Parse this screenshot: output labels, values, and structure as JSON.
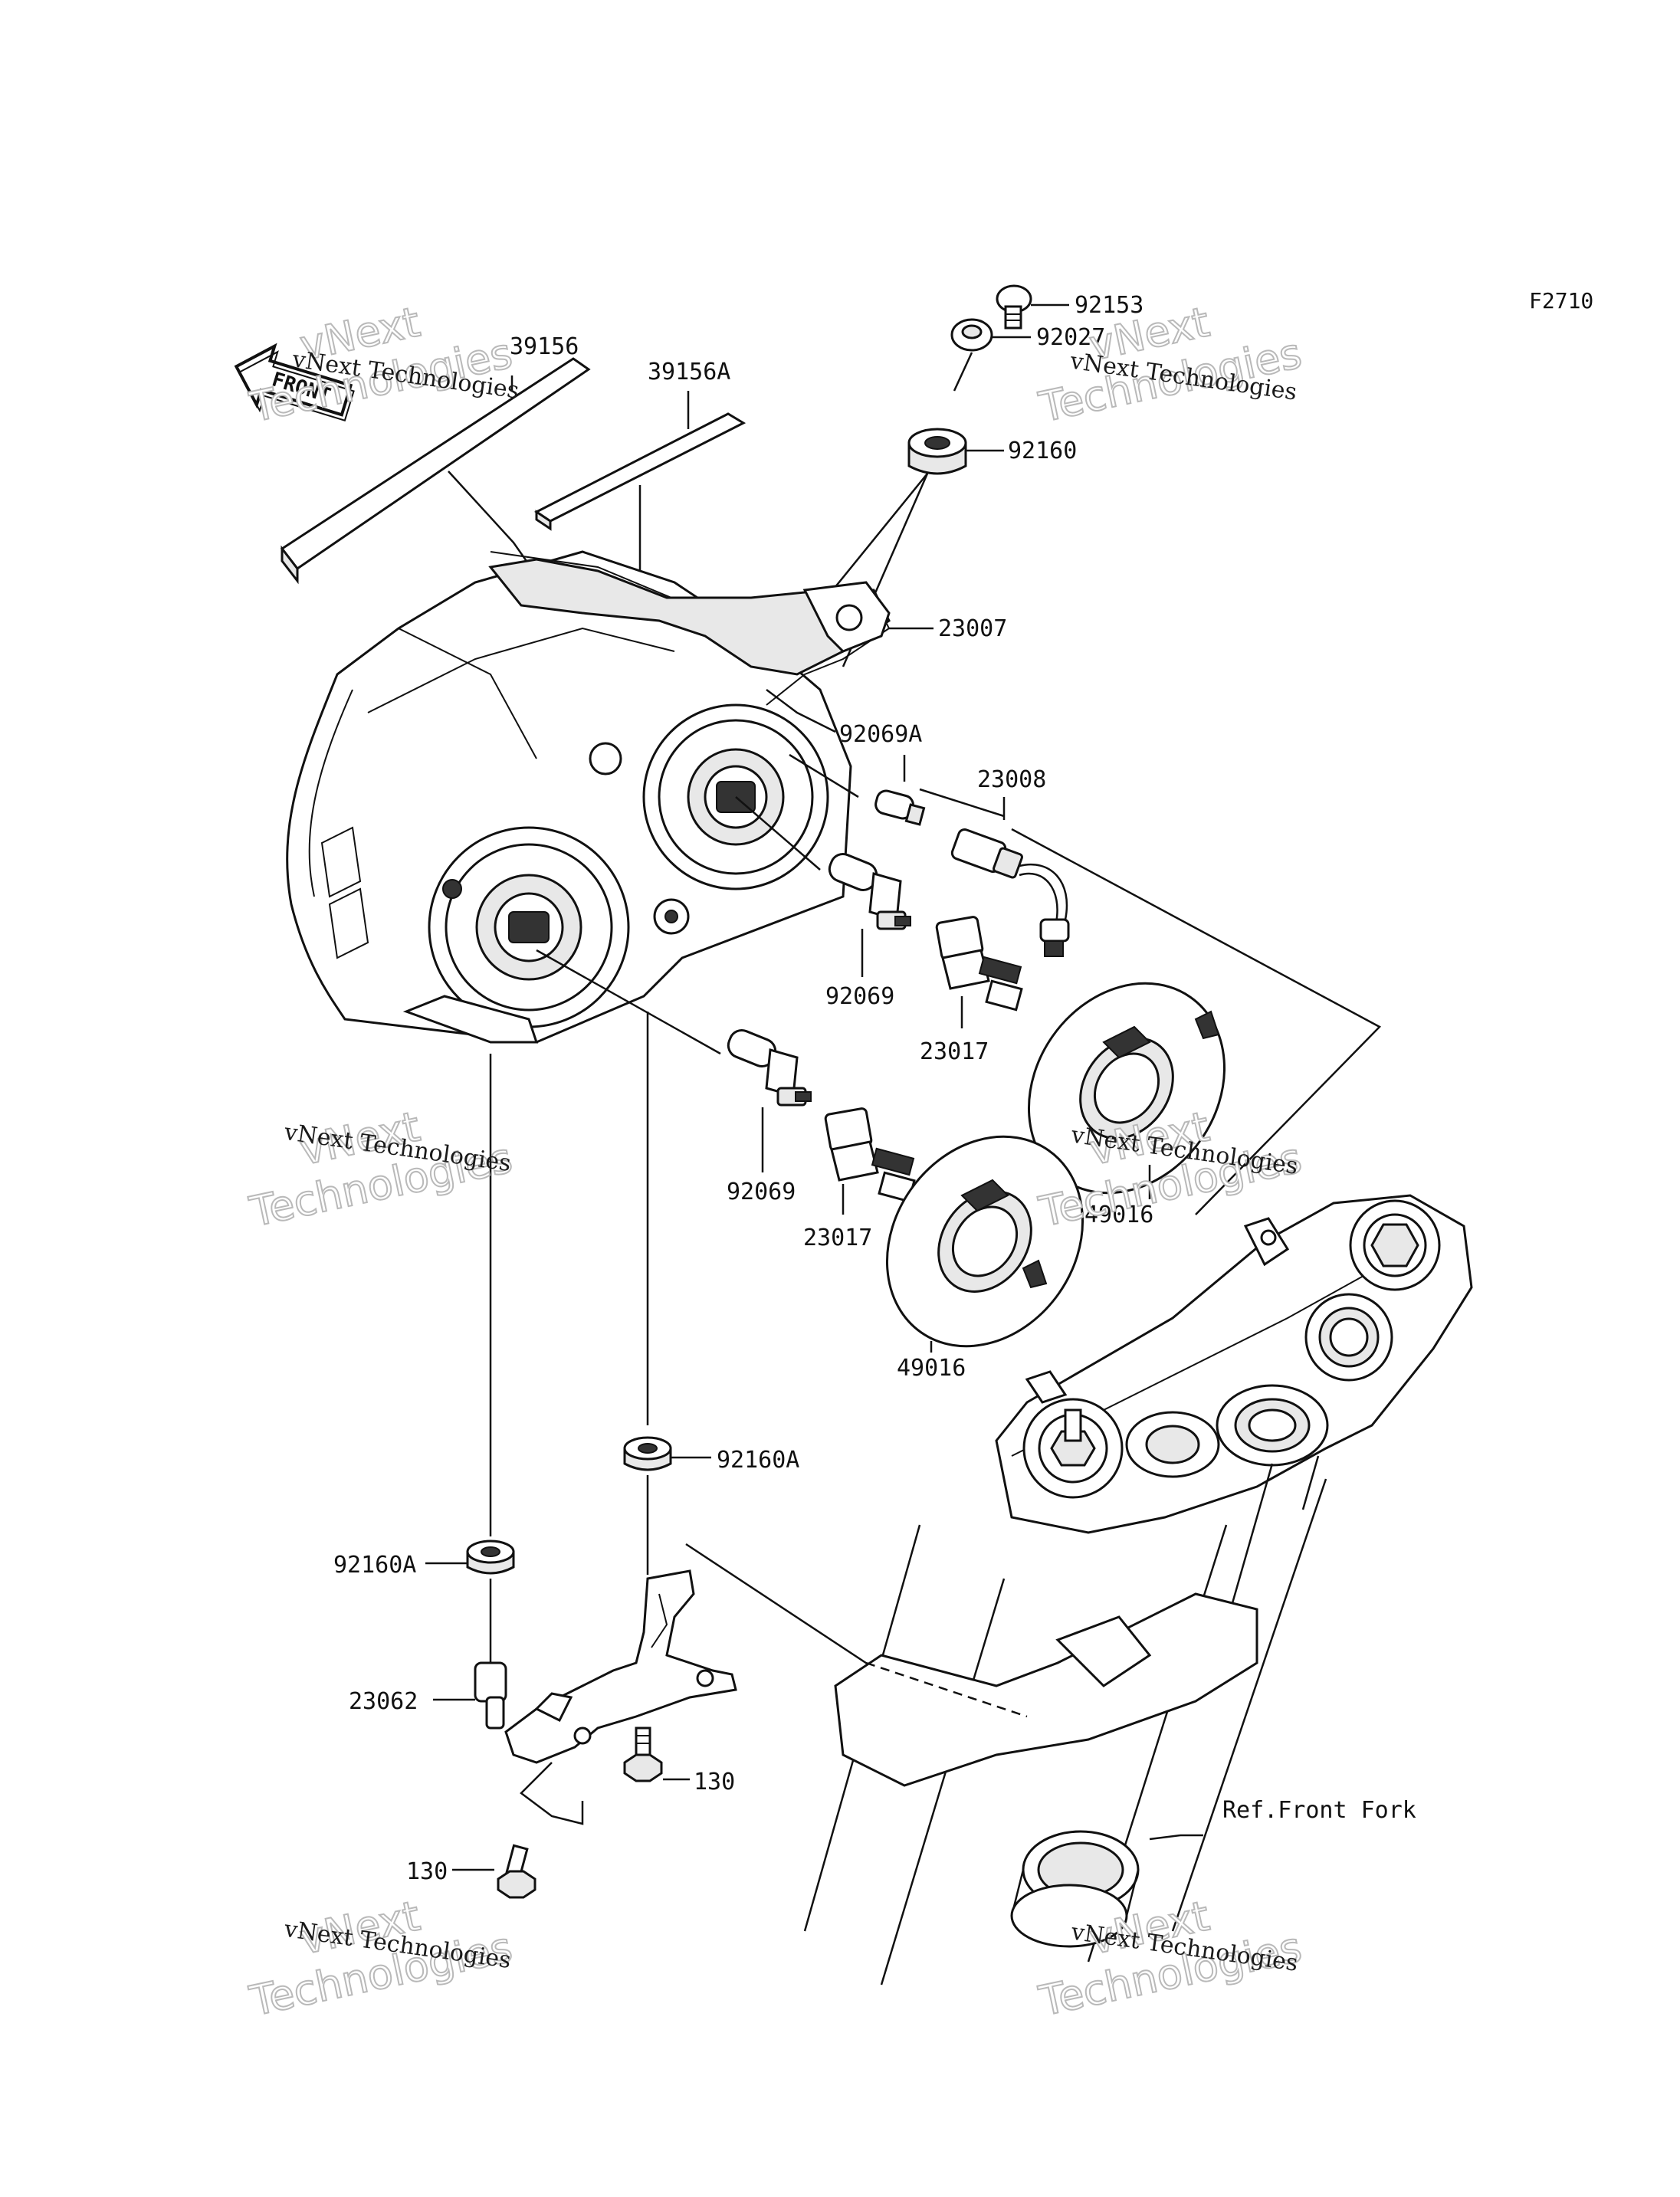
{
  "diagram_code": "F2710",
  "front_arrow": {
    "label": "FRONT"
  },
  "watermark": {
    "line1": "vNext Technologies",
    "overlay": "vNext",
    "overlay2": "Technologies"
  },
  "parts": {
    "p92153": "92153",
    "p92027": "92027",
    "p92160": "92160",
    "p39156": "39156",
    "p39156A": "39156A",
    "p23007": "23007",
    "p92069A": "92069A",
    "p23008": "23008",
    "p92069_upper": "92069",
    "p23017_upper": "23017",
    "p92069_lower": "92069",
    "p23017_lower": "23017",
    "p49016_right": "49016",
    "p49016_left": "49016",
    "p92160A_right": "92160A",
    "p92160A_left": "92160A",
    "p23062": "23062",
    "p130_right": "130",
    "p130_left": "130",
    "ref_front_fork": "Ref.Front Fork"
  }
}
